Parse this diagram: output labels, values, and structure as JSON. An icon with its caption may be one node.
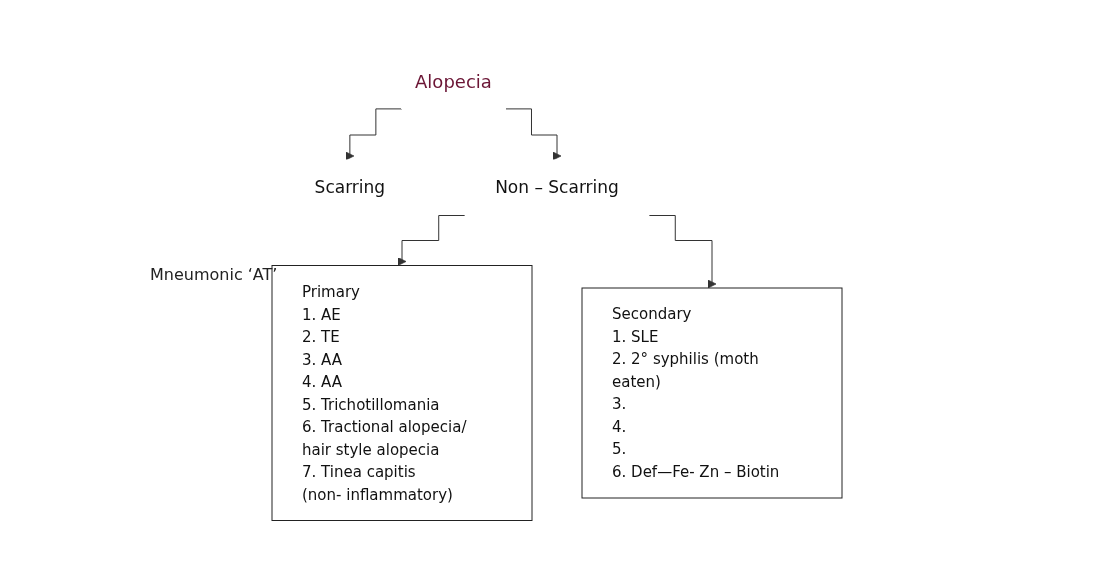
{
  "diagram": {
    "nodes": [
      {
        "text": [
          "Alopecia"
        ]
      },
      {
        "text": [
          "Scarring"
        ]
      },
      {
        "text": [
          "Non – Scarring"
        ]
      },
      {
        "text": [
          "Primary",
          "1. AE",
          "2. TE",
          "3. AA",
          "4. AA",
          "5. Trichotillomania",
          "6. Tractional alopecia/ hair style alopecia",
          "7. Tinea capitis",
          "(non- inflammatory)"
        ]
      },
      {
        "text": [
          "Secondary",
          "1. SLE",
          "2. 2° syphilis (moth eaten)",
          "3.",
          "4.",
          "5.",
          "6. Def—Fe- Zn – Biotin"
        ]
      }
    ],
    "edges": [
      {
        "from": 0,
        "to": 1,
        "arrow": "to"
      },
      {
        "from": 0,
        "to": 2,
        "arrow": "to"
      },
      {
        "from": 2,
        "to": 3,
        "arrow": "to"
      },
      {
        "from": 2,
        "to": 4,
        "arrow": "to"
      }
    ],
    "labels": [
      "Mneumonic ‘AT’"
    ]
  }
}
